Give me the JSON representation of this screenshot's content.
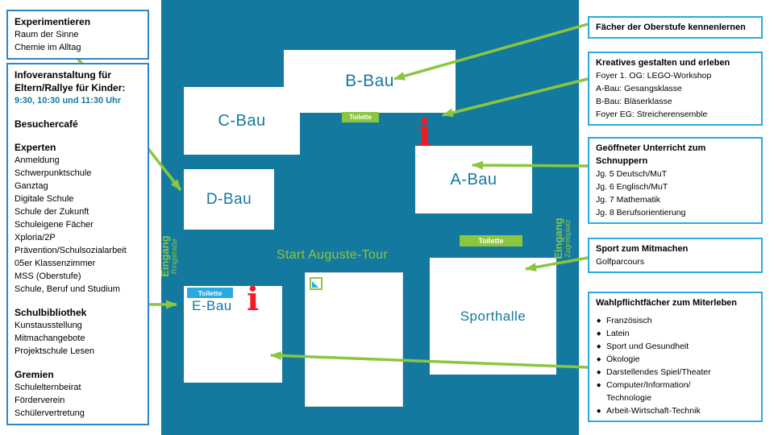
{
  "colors": {
    "map-bg": "#14799F",
    "green": "#8CC63F",
    "blue": "#29ABE2",
    "red": "#ED1C24",
    "accent-left": "#2E86C8",
    "accent-right": "#29ABE2"
  },
  "left_panel": {
    "box1": {
      "title": "Experimentieren",
      "items": [
        "Raum der Sinne",
        "Chemie im Alltag"
      ]
    },
    "box2": {
      "title1": "Infoveranstaltung für",
      "title2": "Eltern/Rallye für Kinder:",
      "times": "9:30, 10:30 und 11:30 Uhr",
      "cafe": "Besuchercafé",
      "experten": {
        "title": "Experten",
        "items": [
          "Anmeldung",
          "Schwerpunktschule",
          "Ganztag",
          "Digitale Schule",
          "Schule der Zukunft",
          "Schuleigene Fächer",
          "Xploria/2P",
          "Prävention/Schulsozialarbeit",
          "05er Klassenzimmer",
          "MSS (Oberstufe)",
          "Schule, Beruf und Studium"
        ]
      },
      "bibliothek": {
        "title": "Schulbibliothek",
        "items": [
          "Kunstausstellung",
          "Mitmachangebote",
          "Projektschule Lesen"
        ]
      },
      "gremien": {
        "title": "Gremien",
        "items": [
          "Schulelternbeirat",
          "Förderverein",
          "Schülervertretung"
        ]
      }
    }
  },
  "map": {
    "buildings": {
      "a": "A-Bau",
      "b": "B-Bau",
      "c": "C-Bau",
      "d": "D-Bau",
      "e": "E-Bau",
      "sporthalle": "Sporthalle"
    },
    "toilette": "Toilette",
    "start_tour": "Start Auguste-Tour",
    "info_marker": "i",
    "entrances": {
      "left": {
        "word": "Eingang",
        "name": "Ringstraße"
      },
      "right": {
        "word": "Eingang",
        "name": "Zagrebplatz"
      }
    }
  },
  "callouts": {
    "oberstufe": {
      "title": "Fächer der Oberstufe kennenlernen"
    },
    "kreatives": {
      "title": "Kreatives gestalten und erleben",
      "items": [
        "Foyer 1. OG: LEGO-Workshop",
        "A-Bau: Gesangsklasse",
        "B-Bau: Bläserklasse",
        "Foyer EG: Streicherensemble"
      ]
    },
    "unterricht": {
      "title": "Geöffneter Unterricht zum Schnuppern",
      "items": [
        "Jg. 5 Deutsch/MuT",
        "Jg. 6 Englisch/MuT",
        "Jg. 7 Mathematik",
        "Jg. 8 Berufsorientierung"
      ]
    },
    "sport": {
      "title": "Sport zum Mitmachen",
      "items": [
        "Golfparcours"
      ]
    },
    "wahlpflicht": {
      "title": "Wahlpflichtfächer zum Miterleben",
      "items": [
        "Französisch",
        "Latein",
        "Sport und Gesundheit",
        "Ökologie",
        "Darstellendes Spiel/Theater",
        "Computer/Information/\nTechnologie",
        "Arbeit-Wirtschaft-Technik"
      ]
    }
  }
}
